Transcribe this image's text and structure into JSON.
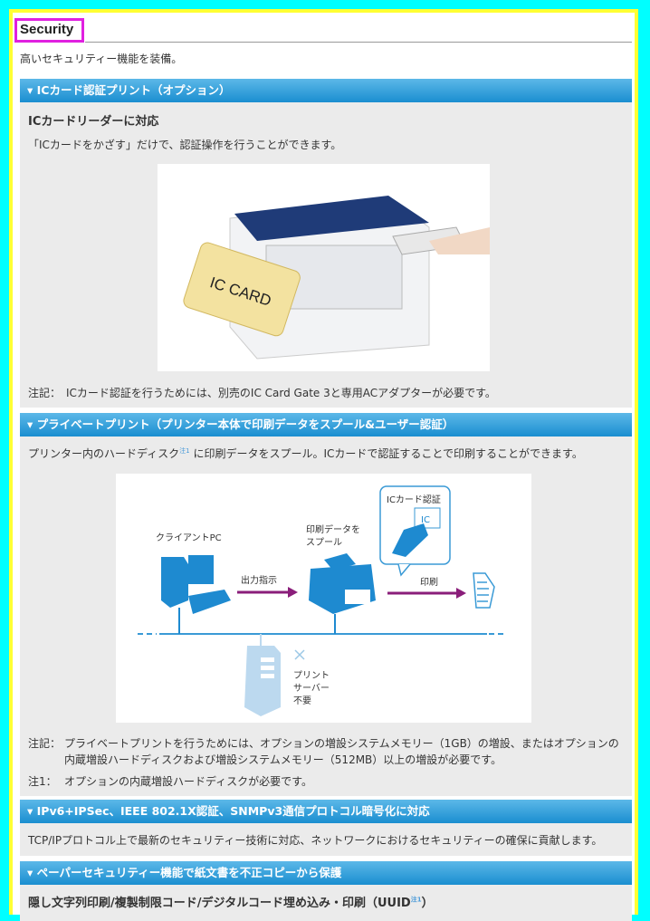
{
  "title": "Security",
  "intro": "高いセキュリティー機能を装備。",
  "sections": [
    {
      "header": "ICカード認証プリント（オプション）",
      "subtitle": "ICカードリーダーに対応",
      "text": "「ICカードをかざす」だけで、認証操作を行うことができます。",
      "image_label": "IC CARD",
      "note_key": "注記：",
      "note": "ICカード認証を行うためには、別売のIC Card Gate 3と専用ACアダプターが必要です。"
    },
    {
      "header": "プライベートプリント（プリンター本体で印刷データをスプール&ユーザー認証）",
      "text_a": "プリンター内のハードディスク",
      "sup": "注1",
      "text_b": " に印刷データをスプール。ICカードで認証することで印刷することができます。",
      "diagram": {
        "client": "クライアントPC",
        "output": "出力指示",
        "spool1": "印刷データを",
        "spool2": "スプール",
        "ic": "ICカード認証",
        "print": "印刷",
        "server1": "プリント",
        "server2": "サーバー",
        "server3": "不要",
        "ic_card": "IC"
      },
      "note_key": "注記：",
      "note": "プライベートプリントを行うためには、オプションの増設システムメモリー（1GB）の増設、またはオプションの内蔵増設ハードディスクおよび増設システムメモリー（512MB）以上の増設が必要です。",
      "note2_key": "注1：",
      "note2": "オプションの内蔵増設ハードディスクが必要です。"
    },
    {
      "header": "IPv6+IPSec、IEEE 802.1X認証、SNMPv3通信プロトコル暗号化に対応",
      "text": "TCP/IPプロトコル上で最新のセキュリティー技術に対応、ネットワークにおけるセキュリティーの確保に貢献します。"
    },
    {
      "header": "ペーパーセキュリティー機能で紙文書を不正コピーから保護",
      "subtitle_a": "隠し文字列印刷/複製制限コード/デジタルコード埋め込み・印刷（UUID",
      "sup": "注1",
      "subtitle_b": "）"
    }
  ]
}
